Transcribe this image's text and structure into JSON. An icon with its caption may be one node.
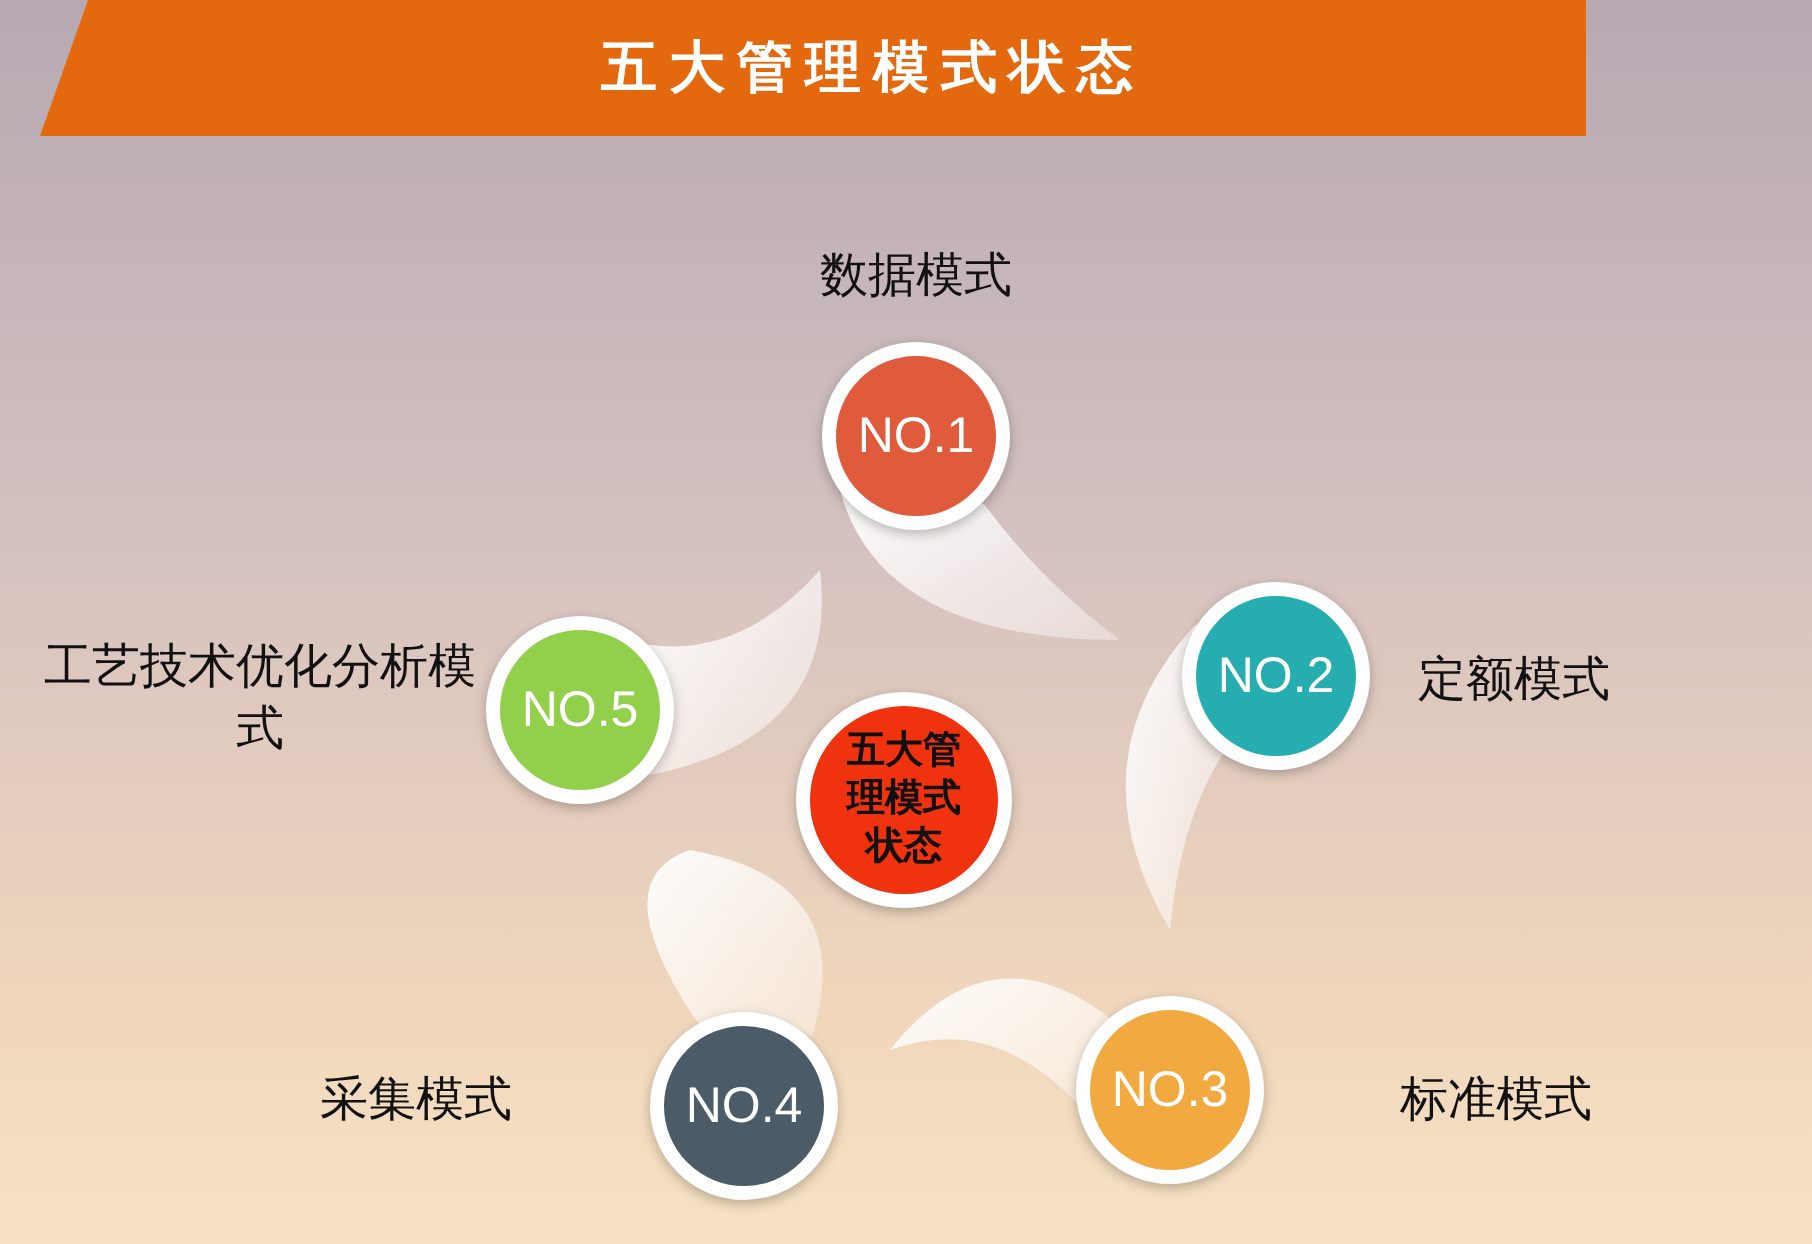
{
  "diagram": {
    "title": "五大管理模式状态",
    "nodes": [
      {
        "text": [
          "五大管理模式状态"
        ]
      },
      {
        "text": [
          "NO.1"
        ],
        "beside": [
          "数据模式"
        ]
      },
      {
        "text": [
          "NO.2"
        ],
        "beside": [
          "定额模式"
        ]
      },
      {
        "text": [
          "NO.3"
        ],
        "beside": [
          "标准模式"
        ]
      },
      {
        "text": [
          "NO.4"
        ],
        "beside": [
          "采集模式"
        ]
      },
      {
        "text": [
          "NO.5"
        ],
        "beside": [
          "工艺技术优化分析模式"
        ]
      }
    ],
    "edges": []
  }
}
